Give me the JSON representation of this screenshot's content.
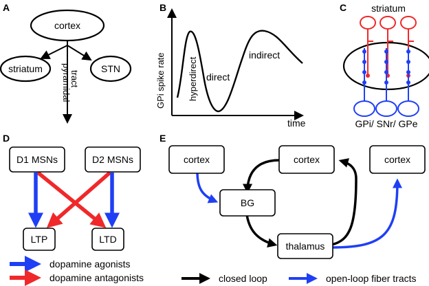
{
  "panels": {
    "A": {
      "letter": "A",
      "cortex": "cortex",
      "striatum": "striatum",
      "stn": "STN",
      "tract_line1": "pyramidal",
      "tract_line2": "tract"
    },
    "B": {
      "letter": "B",
      "ylabel": "GPi spike rate",
      "xlabel": "time",
      "hyperdirect": "hyperdirect",
      "direct": "direct",
      "indirect": "indirect"
    },
    "C": {
      "letter": "C",
      "striatum": "striatum",
      "output": "GPi/ SNr/ GPe"
    },
    "D": {
      "letter": "D",
      "d1": "D1 MSNs",
      "d2": "D2 MSNs",
      "ltp": "LTP",
      "ltd": "LTD",
      "legend_agonists": "dopamine agonists",
      "legend_antagonists": "dopamine antagonists"
    },
    "E": {
      "letter": "E",
      "cortex_left": "cortex",
      "cortex_mid": "cortex",
      "cortex_right": "cortex",
      "bg": "BG",
      "thalamus": "thalamus",
      "legend_closed": "closed loop",
      "legend_open": "open-loop fiber tracts"
    }
  },
  "colors": {
    "agonist_blue": "#1f3ff5",
    "antagonist_red": "#f0282a",
    "black": "#000000"
  }
}
